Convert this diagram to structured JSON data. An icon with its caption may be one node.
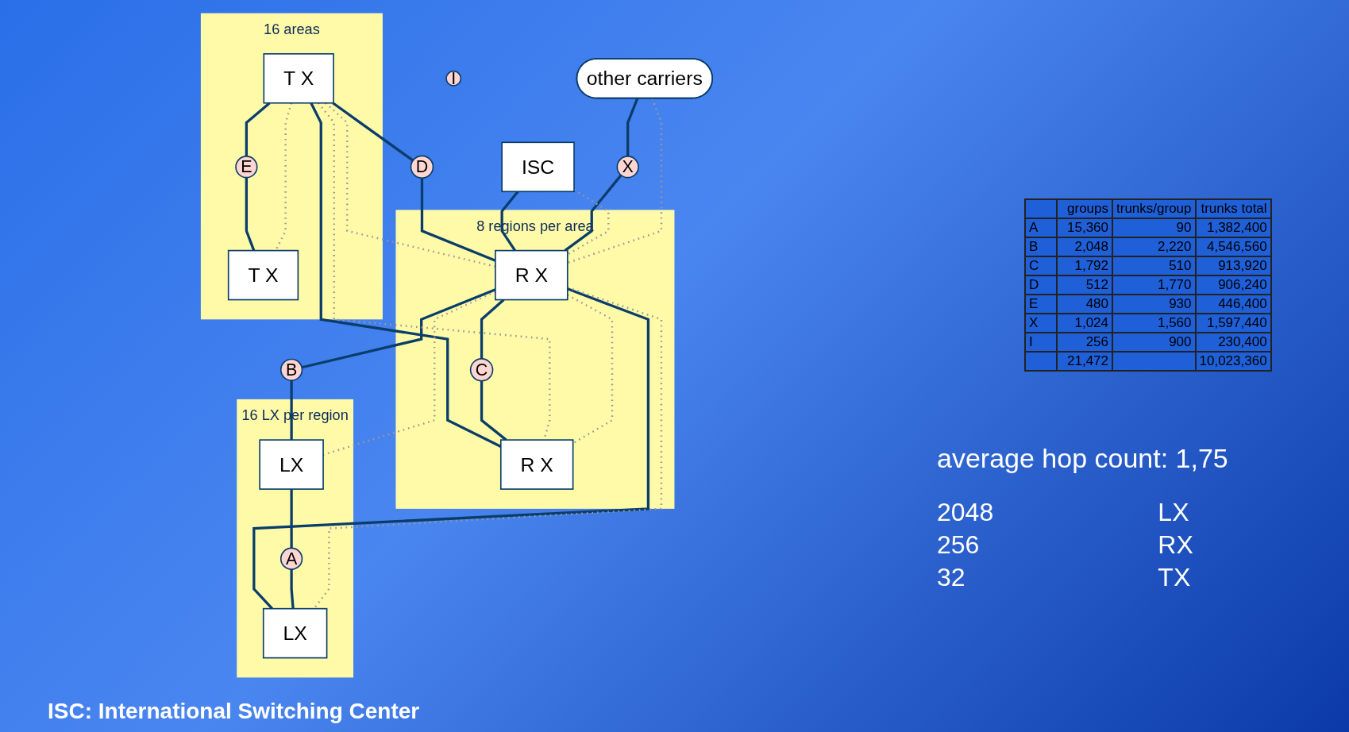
{
  "diagram": {
    "caption": "ISC: International Switching Center",
    "nodes": [
      {
        "text": [],
        "shape": "ellipse",
        "beside": [
          "16 areas"
        ]
      },
      {
        "text": [
          "T X"
        ],
        "in": 0
      },
      {
        "text": [
          "E"
        ],
        "in": 0
      },
      {
        "text": [
          "T X"
        ],
        "in": 0
      },
      {
        "text": [
          "ISC"
        ]
      },
      {
        "text": [
          "I"
        ]
      },
      {
        "text": [
          "D"
        ]
      },
      {
        "text": [],
        "shape": "ellipse",
        "beside": [
          "8 regions per area"
        ]
      },
      {
        "text": [
          "other carriers"
        ]
      },
      {
        "text": [
          "X"
        ]
      },
      {
        "text": [
          "R X"
        ],
        "in": 7
      },
      {
        "text": [
          "C"
        ],
        "in": 7
      },
      {
        "text": [
          "R X"
        ],
        "in": 7
      },
      {
        "text": [
          "B"
        ]
      },
      {
        "text": [],
        "shape": "ellipse",
        "beside": [
          "16 LX per region"
        ]
      },
      {
        "text": [
          "LX"
        ],
        "in": 14
      },
      {
        "text": [
          "A"
        ],
        "in": 14
      },
      {
        "text": [
          "LX"
        ],
        "in": 14
      }
    ],
    "edges": [
      {
        "from": 1,
        "to": 2,
        "arrow": "none"
      },
      {
        "from": 2,
        "to": 3,
        "arrow": "none"
      },
      {
        "from": 1,
        "to": 6,
        "arrow": "none"
      },
      {
        "from": 6,
        "to": 10,
        "arrow": "none"
      },
      {
        "from": 1,
        "to": 12,
        "arrow": "none"
      },
      {
        "from": 4,
        "to": 10,
        "arrow": "none"
      },
      {
        "from": 8,
        "to": 9,
        "arrow": "none"
      },
      {
        "from": 9,
        "to": 10,
        "arrow": "none"
      },
      {
        "from": 10,
        "to": 11,
        "arrow": "none"
      },
      {
        "from": 11,
        "to": 12,
        "arrow": "none"
      },
      {
        "from": 10,
        "to": 13,
        "arrow": "none"
      },
      {
        "from": 13,
        "to": 15,
        "arrow": "none"
      },
      {
        "from": 10,
        "to": 17,
        "arrow": "none"
      },
      {
        "from": 15,
        "to": 16,
        "arrow": "none"
      },
      {
        "from": 16,
        "to": 17,
        "arrow": "none"
      },
      {
        "from": 1,
        "to": 3,
        "arrow": "none",
        "style": "dashed",
        "color": "#999999"
      },
      {
        "from": 1,
        "to": 10,
        "arrow": "none",
        "style": "dashed",
        "color": "#999999"
      },
      {
        "from": 1,
        "to": 12,
        "arrow": "none",
        "style": "dashed",
        "color": "#999999"
      },
      {
        "from": 4,
        "to": 10,
        "arrow": "none",
        "style": "dashed",
        "color": "#999999"
      },
      {
        "from": 8,
        "to": 10,
        "arrow": "none",
        "style": "dashed",
        "color": "#999999"
      },
      {
        "from": 10,
        "to": 12,
        "arrow": "none",
        "style": "dashed",
        "color": "#999999"
      },
      {
        "from": 10,
        "to": 15,
        "arrow": "none",
        "style": "dashed",
        "color": "#999999"
      },
      {
        "from": 10,
        "to": 17,
        "arrow": "none",
        "style": "dashed",
        "color": "#999999"
      }
    ],
    "labels": [
      "average hop count: 1,75",
      "groups",
      "trunks/group",
      "trunks total",
      "A",
      "15,360",
      "90",
      "1,382,400",
      "B",
      "2,048",
      "2,220",
      "4,546,560",
      "C",
      "1,792",
      "510",
      "913,920",
      "D",
      "512",
      "1,770",
      "906,240",
      "E",
      "480",
      "930",
      "446,400",
      "X",
      "1,024",
      "1,560",
      "1,597,440",
      "I",
      "256",
      "900",
      "230,400",
      "21,472",
      "10,023,360",
      "2048",
      "LX",
      "256",
      "RX",
      "32",
      "TX"
    ]
  }
}
